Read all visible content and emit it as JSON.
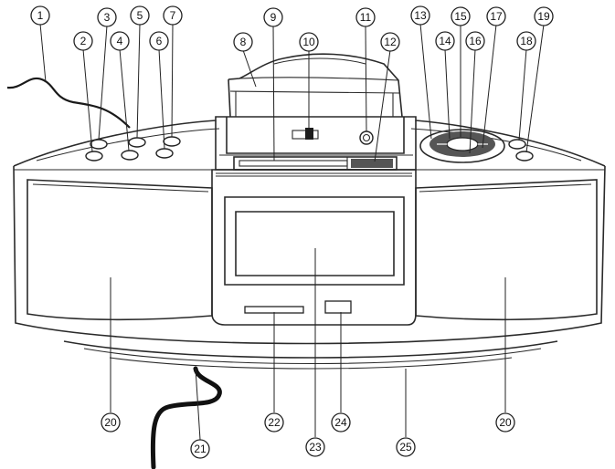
{
  "callouts": [
    "1",
    "2",
    "3",
    "4",
    "5",
    "6",
    "7",
    "8",
    "9",
    "10",
    "11",
    "12",
    "13",
    "14",
    "15",
    "16",
    "17",
    "18",
    "19",
    "20",
    "20",
    "21",
    "22",
    "23",
    "24",
    "25"
  ]
}
